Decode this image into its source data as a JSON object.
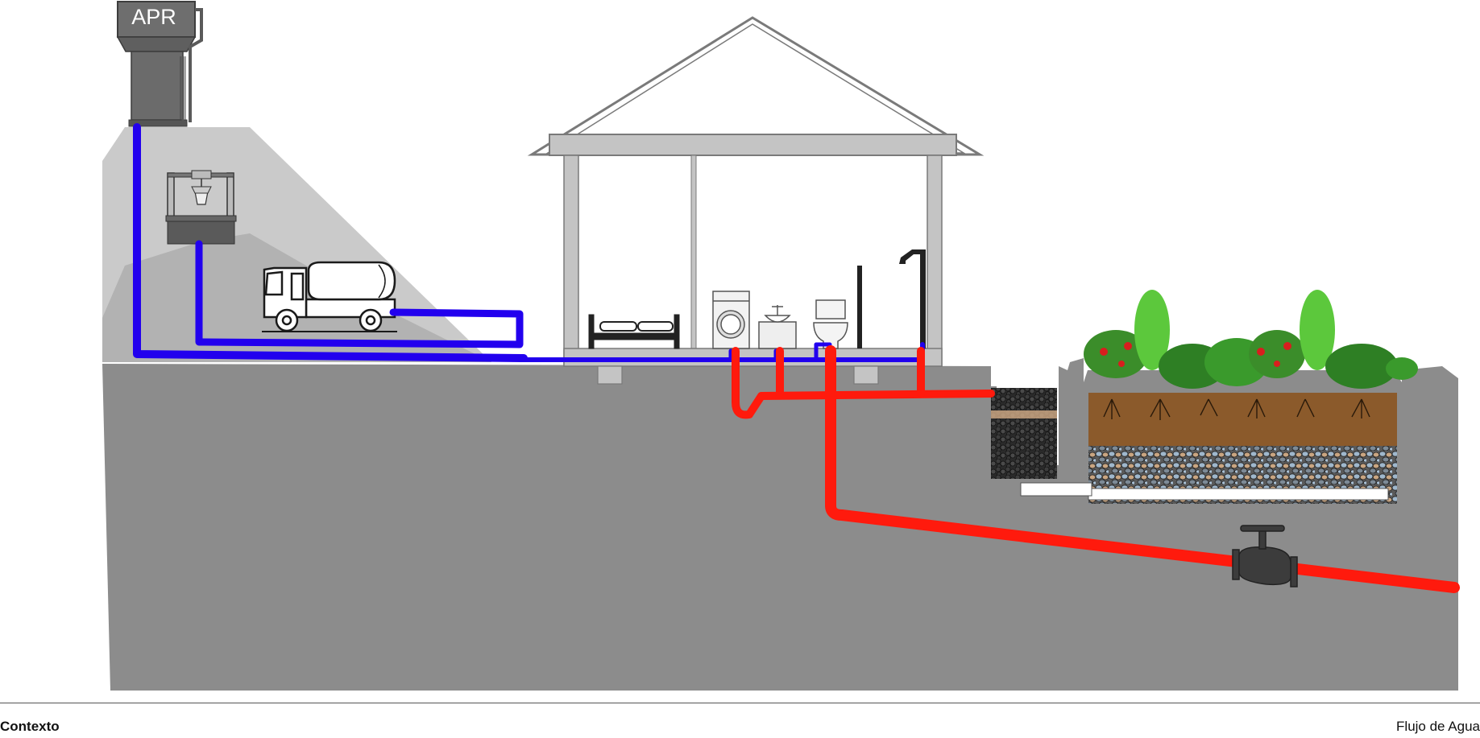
{
  "diagram": {
    "tower_label": "APR"
  },
  "footer": {
    "left_label": "Contexto",
    "right_label": "Flujo de Agua"
  },
  "colors": {
    "clean_water": "#2200ee",
    "waste_water": "#ff1a0d",
    "ground": "#8c8c8c",
    "hill": "#cacaca",
    "soil": "#8b5a2b",
    "plants": "#3ea52a",
    "tomato": "#d81e1e",
    "house_wall": "#c4c4c4"
  },
  "icons": [
    "water-tower-icon",
    "well-icon",
    "water-truck-icon",
    "bed-icon",
    "washing-machine-icon",
    "sink-icon",
    "toilet-icon",
    "shower-icon",
    "valve-icon",
    "plant-icon"
  ]
}
